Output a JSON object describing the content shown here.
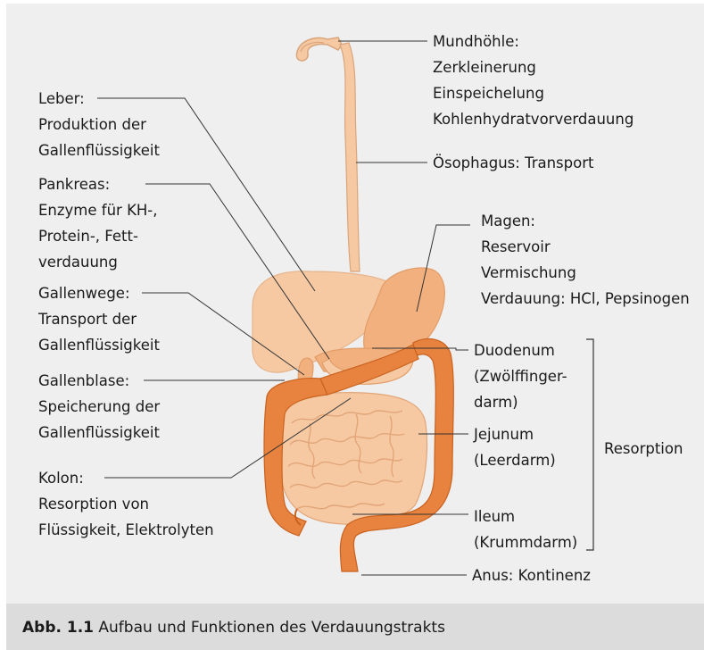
{
  "labels": {
    "mundhoehle": [
      "Mundhöhle:",
      "Zerkleinerung",
      "Einspeichelung",
      "Kohlenhydratvorverdauung"
    ],
    "oesophagus": [
      "Ösophagus: Transport"
    ],
    "magen": [
      "Magen:",
      "Reservoir",
      "Vermischung",
      "Verdauung: HCl, Pepsinogen"
    ],
    "duodenum": [
      "Duodenum",
      "(Zwölffinger-",
      "darm)"
    ],
    "jejunum": [
      "Jejunum",
      "(Leerdarm)"
    ],
    "ileum": [
      "Ileum",
      "(Krummdarm)"
    ],
    "anus": [
      "Anus: Kontinenz"
    ],
    "resorption": "Resorption",
    "leber": [
      "Leber:",
      "Produktion der",
      "Gallenflüssigkeit"
    ],
    "pankreas": [
      "Pankreas:",
      "Enzyme für KH-,",
      "Protein-, Fett-",
      "verdauung"
    ],
    "gallenwege": [
      "Gallenwege:",
      "Transport der",
      "Gallenflüssigkeit"
    ],
    "gallenblase": [
      "Gallenblase:",
      "Speicherung der",
      "Gallenflüssigkeit"
    ],
    "kolon": [
      "Kolon:",
      "Resorption von",
      "Flüssigkeit, Elektrolyten"
    ]
  },
  "caption": {
    "number": "Abb. 1.1",
    "text": "Aufbau und Funktionen des Verdauungstrakts"
  },
  "colors": {
    "background": "#efefef",
    "caption_bar": "#dcdcdc",
    "organ_light": "#f6c9a3",
    "organ_mid": "#f2b07f",
    "colon": "#e8833f",
    "colon_dark": "#c9621f",
    "line": "#333333"
  }
}
